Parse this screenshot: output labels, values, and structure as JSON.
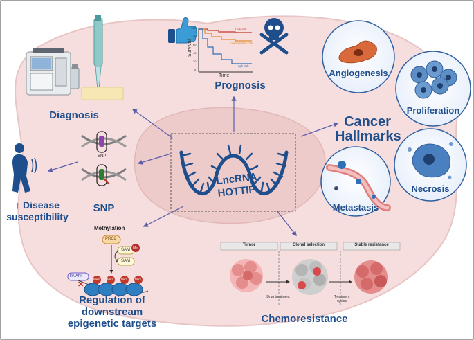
{
  "center": {
    "line1": "LncRNA",
    "line2": "HOTTIP"
  },
  "labels": {
    "diagnosis": "Diagnosis",
    "prognosis": "Prognosis",
    "snp": "SNP",
    "disease_line1": "↑ Disease",
    "disease_line2": "susceptibility",
    "regulation_line1": "Regulation of",
    "regulation_line2": "downstream",
    "regulation_line3": "epigenetic targets",
    "chemoresistance": "Chemoresistance",
    "cancer_line1": "Cancer",
    "cancer_line2": "Hallmarks",
    "angiogenesis": "Angiogenesis",
    "proliferation": "Proliferation",
    "necrosis": "Necrosis",
    "metastasis": "Metastasis"
  },
  "survival_plot": {
    "ylabel": "Survival",
    "xlabel": "Time",
    "ticks": [
      "100",
      "80",
      "60",
      "40",
      "20",
      "0"
    ],
    "series": [
      "Low risk",
      "Intermediate risk",
      "High risk"
    ]
  },
  "snp": {
    "tag": "SNP"
  },
  "methylation": {
    "title": "Methylation",
    "prc2": "PRC2",
    "sam": "SAM",
    "me": "Me",
    "rnapii": "RNAPII",
    "me3": "Me3"
  },
  "chemo": {
    "stage1": "Tumor",
    "stage2": "Clonal selection",
    "stage3": "Stable resistance",
    "arrow1": "Drug treatment",
    "arrow2": "Treatment cycles"
  },
  "colors": {
    "label_blue": "#1f4e8c",
    "cell_pink": "#f6dede",
    "nucleus_pink": "#eecbcb",
    "rna_blue": "#1f4e8c",
    "arrow": "#5b5fa8",
    "low_risk": "#c0392b",
    "intermediate_risk": "#e08a2e",
    "high_risk": "#2f6fb5"
  }
}
